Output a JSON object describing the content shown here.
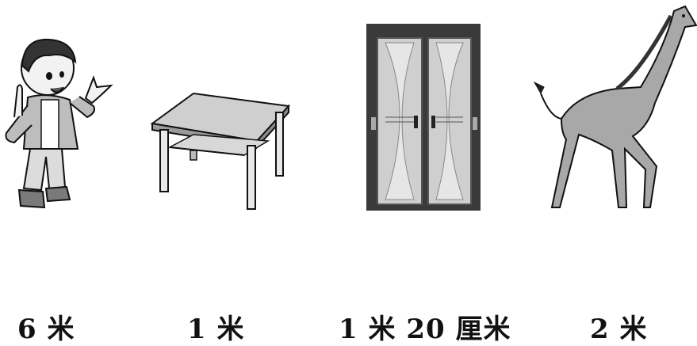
{
  "items": [
    {
      "name": "boy",
      "label": "6 米"
    },
    {
      "name": "table",
      "label": "1 米"
    },
    {
      "name": "door",
      "label": "1 米 20 厘米"
    },
    {
      "name": "giraffe",
      "label": "2 米"
    }
  ],
  "colors": {
    "ink": "#111111",
    "mid_gray": "#9a9a9a",
    "light_gray": "#cfcfcf",
    "door_frame": "#3a3a3a"
  }
}
